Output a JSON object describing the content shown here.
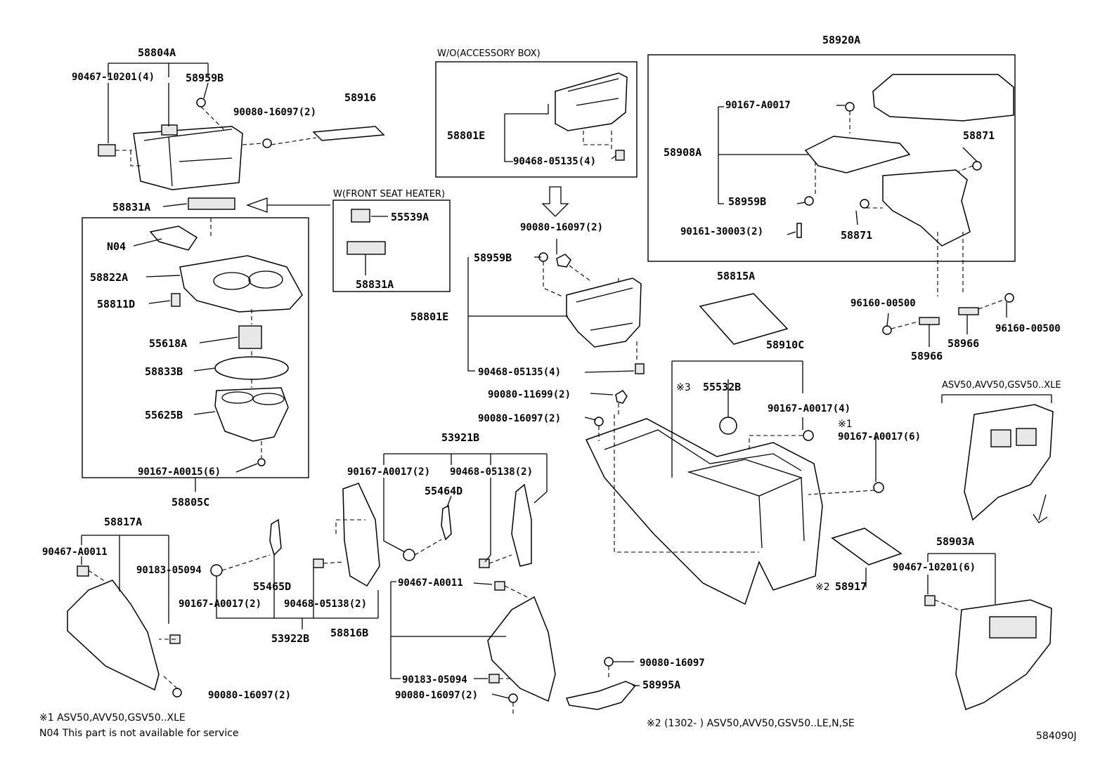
{
  "labels": {
    "p58804A": "58804A",
    "p90467_10201_4": "90467-10201(4)",
    "p58959B_a": "58959B",
    "p90080_16097_2_a": "90080-16097(2)",
    "p58916": "58916",
    "p58831A_a": "58831A",
    "p_wo_box": "W/O(ACCESSORY BOX)",
    "p58801E_a": "58801E",
    "p90468_05135_4_a": "90468-05135(4)",
    "p58920A": "58920A",
    "p90167_A0017": "90167-A0017",
    "p58908A": "58908A",
    "p58871_a": "58871",
    "p58959B_b": "58959B",
    "p58871_b": "58871",
    "p90161_30003_2": "90161-30003(2)",
    "p_w_heater": "W(FRONT SEAT HEATER)",
    "p55539A": "55539A",
    "p58831A_b": "58831A",
    "pN04": "N04",
    "p58822A": "58822A",
    "p58811D": "58811D",
    "p55618A": "55618A",
    "p58833B": "58833B",
    "p55625B": "55625B",
    "p90167_A0015_6": "90167-A0015(6)",
    "p58805C": "58805C",
    "p90080_16097_2_b": "90080-16097(2)",
    "p58959B_c": "58959B",
    "p58801E_b": "58801E",
    "p90468_05135_4_b": "90468-05135(4)",
    "p58815A": "58815A",
    "p96160_00500_a": "96160-00500",
    "p58966_a": "58966",
    "p58966_b": "58966",
    "p96160_00500_b": "96160-00500",
    "p58910C": "58910C",
    "p_mark3": "※3",
    "p55532B": "55532B",
    "p90167_A0017_4": "90167-A0017(4)",
    "p_mark1": "※1",
    "p90167_A0017_6": "90167-A0017(6)",
    "p90080_11699_2": "90080-11699(2)",
    "p90080_16097_2_c": "90080-16097(2)",
    "p53921B": "53921B",
    "p90167_A0017_2_a": "90167-A0017(2)",
    "p90468_05138_2_a": "90468-05138(2)",
    "p55464D": "55464D",
    "p58817A": "58817A",
    "p90467_A0011_a": "90467-A0011",
    "p90183_05094_a": "90183-05094",
    "p55465D": "55465D",
    "p90167_A0017_2_b": "90167-A0017(2)",
    "p90468_05138_2_b": "90468-05138(2)",
    "p53922B": "53922B",
    "p58816B": "58816B",
    "p90467_A0011_b": "90467-A0011",
    "p90183_05094_b": "90183-05094",
    "p90080_16097_2_d": "90080-16097(2)",
    "p90080_16097_2_e": "90080-16097(2)",
    "p90080_16097": "90080-16097",
    "p58995A": "58995A",
    "p_mark2": "※2",
    "p58917": "58917",
    "p_xle_caption": "ASV50,AVV50,GSV50..XLE",
    "p58903A": "58903A",
    "p90467_10201_6": "90467-10201(6)"
  },
  "notes": {
    "note1": "※1 ASV50,AVV50,GSV50..XLE",
    "note2": "N04 This part is not available for service",
    "note3": "※2 (1302-      ) ASV50,AVV50,GSV50..LE,N,SE",
    "code": "584090J"
  }
}
